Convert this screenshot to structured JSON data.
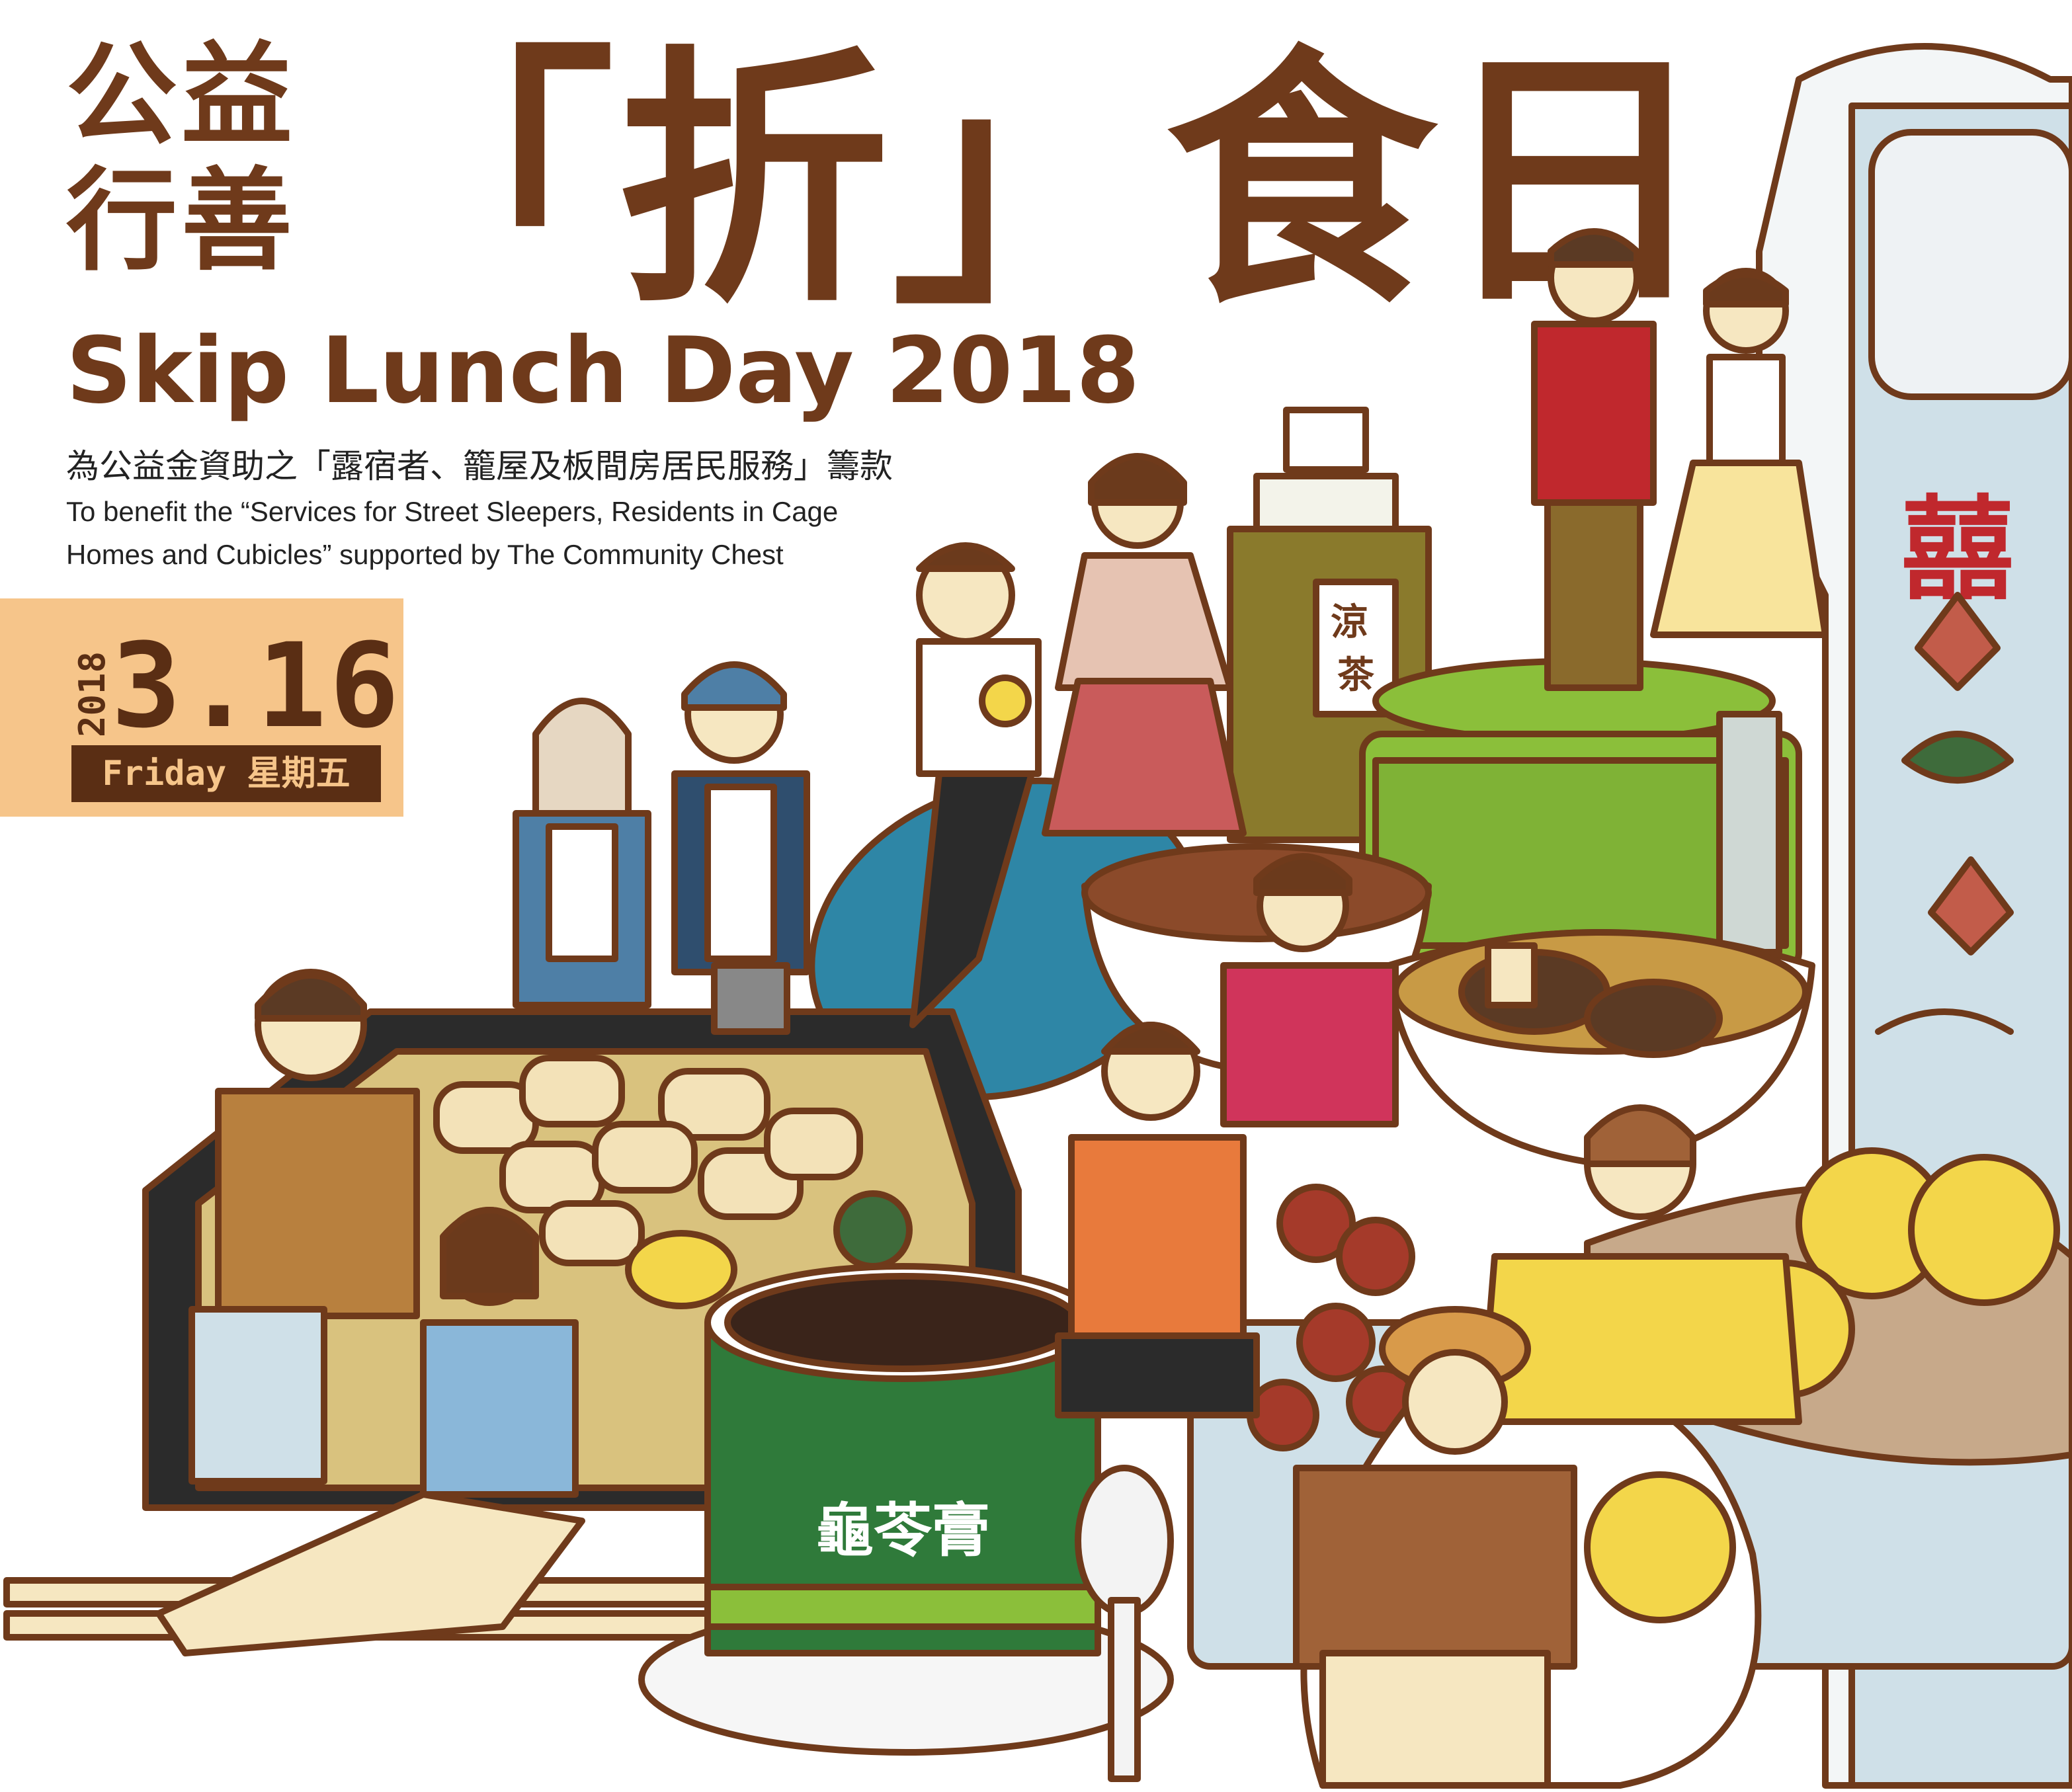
{
  "title": {
    "line1": "公益",
    "line2": "行善",
    "big": "「折」食日",
    "english": "Skip Lunch Day 2018"
  },
  "subtitle": {
    "chinese": "為公益金資助之「露宿者、籠屋及板間房居民服務」籌款",
    "english_line1": "To benefit the “Services for Street Sleepers, Residents in Cage",
    "english_line2": "Homes and Cubicles” supported by The Community Chest"
  },
  "date": {
    "year": "2018",
    "day_month": "3.16",
    "weekday": "Friday 星期五"
  },
  "illustration": {
    "bottle_label": "涼茶",
    "flask_label": "囍",
    "jar_label": "龜苓膏"
  },
  "colors": {
    "brown": "#6f3a1b",
    "peach": "#f6c58a",
    "green": "#2f7a3a",
    "lime": "#8bbf3a",
    "lightblue": "#cfe0e8",
    "red": "#c0282d",
    "yellow": "#f3d64a",
    "cream": "#f6e7c1"
  }
}
